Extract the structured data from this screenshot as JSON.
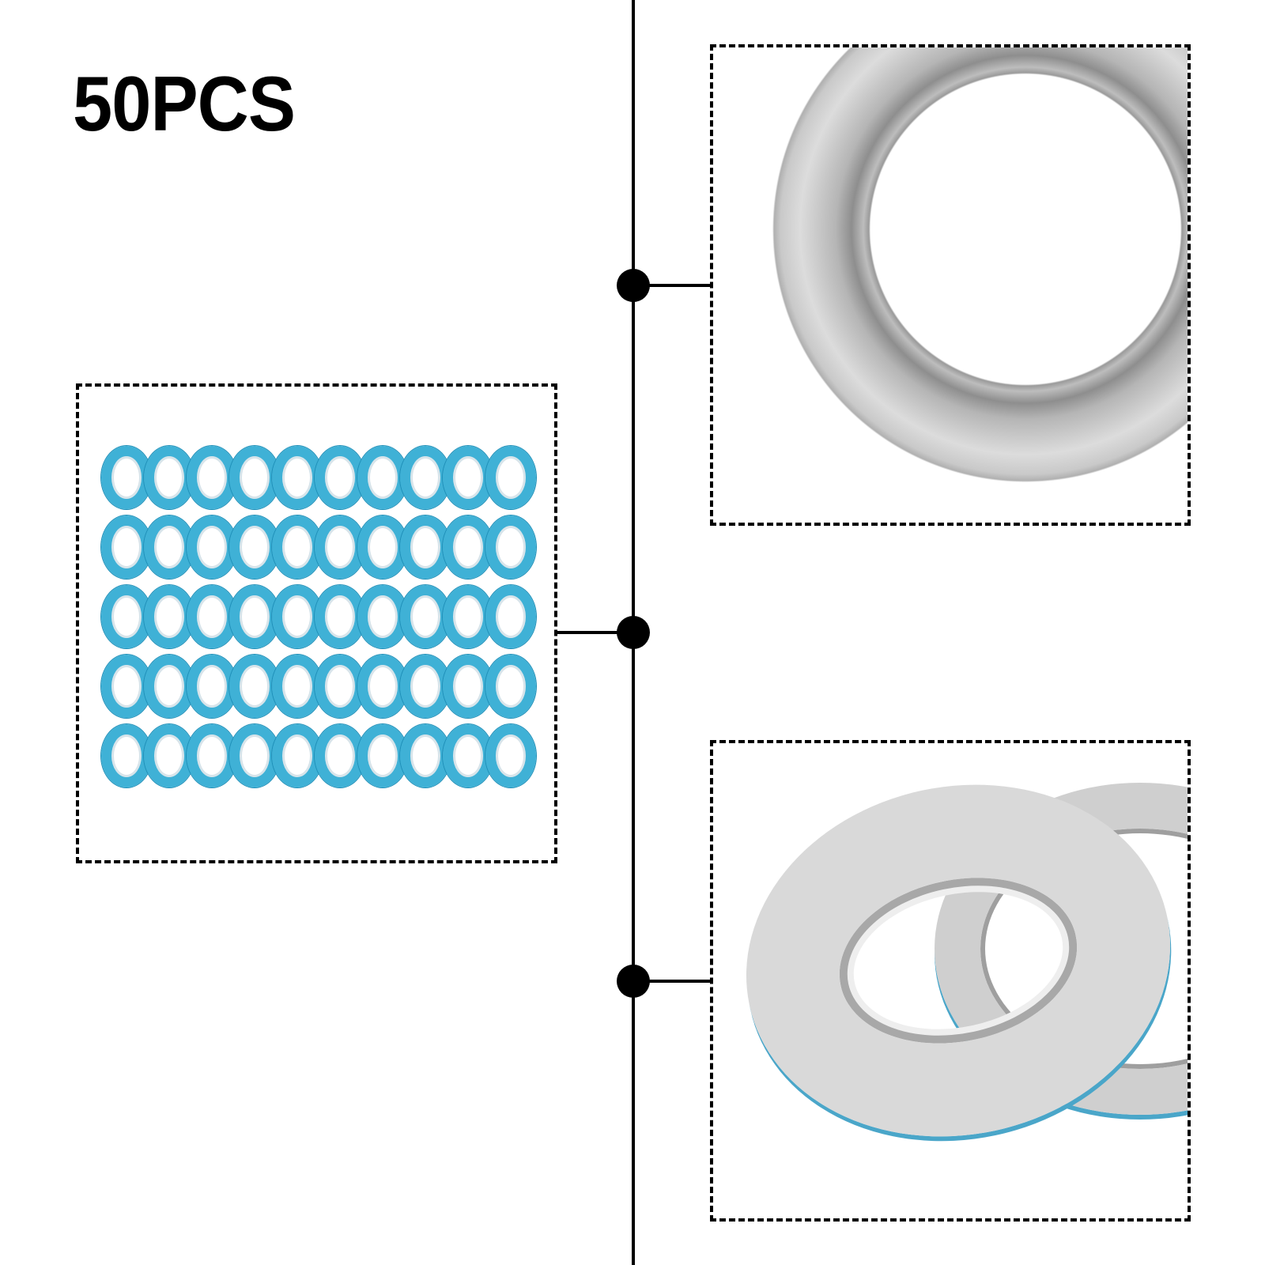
{
  "headline": "50PCS",
  "product": {
    "item": "metal grommet / eyelet rings",
    "quantity": 50,
    "grid_rows": 5,
    "grid_cols": 10,
    "ring_color": "#3fb1d6",
    "metal_color": "#c8c8c8"
  },
  "panels": [
    {
      "name": "quantity-panel",
      "content": "grid of 50 blue grommets"
    },
    {
      "name": "detail-panel-top",
      "content": "close-up of silver grommet ring"
    },
    {
      "name": "detail-panel-bottom",
      "content": "two silver grommets with blue backing"
    }
  ],
  "colors": {
    "line": "#000000",
    "background": "#ffffff"
  }
}
